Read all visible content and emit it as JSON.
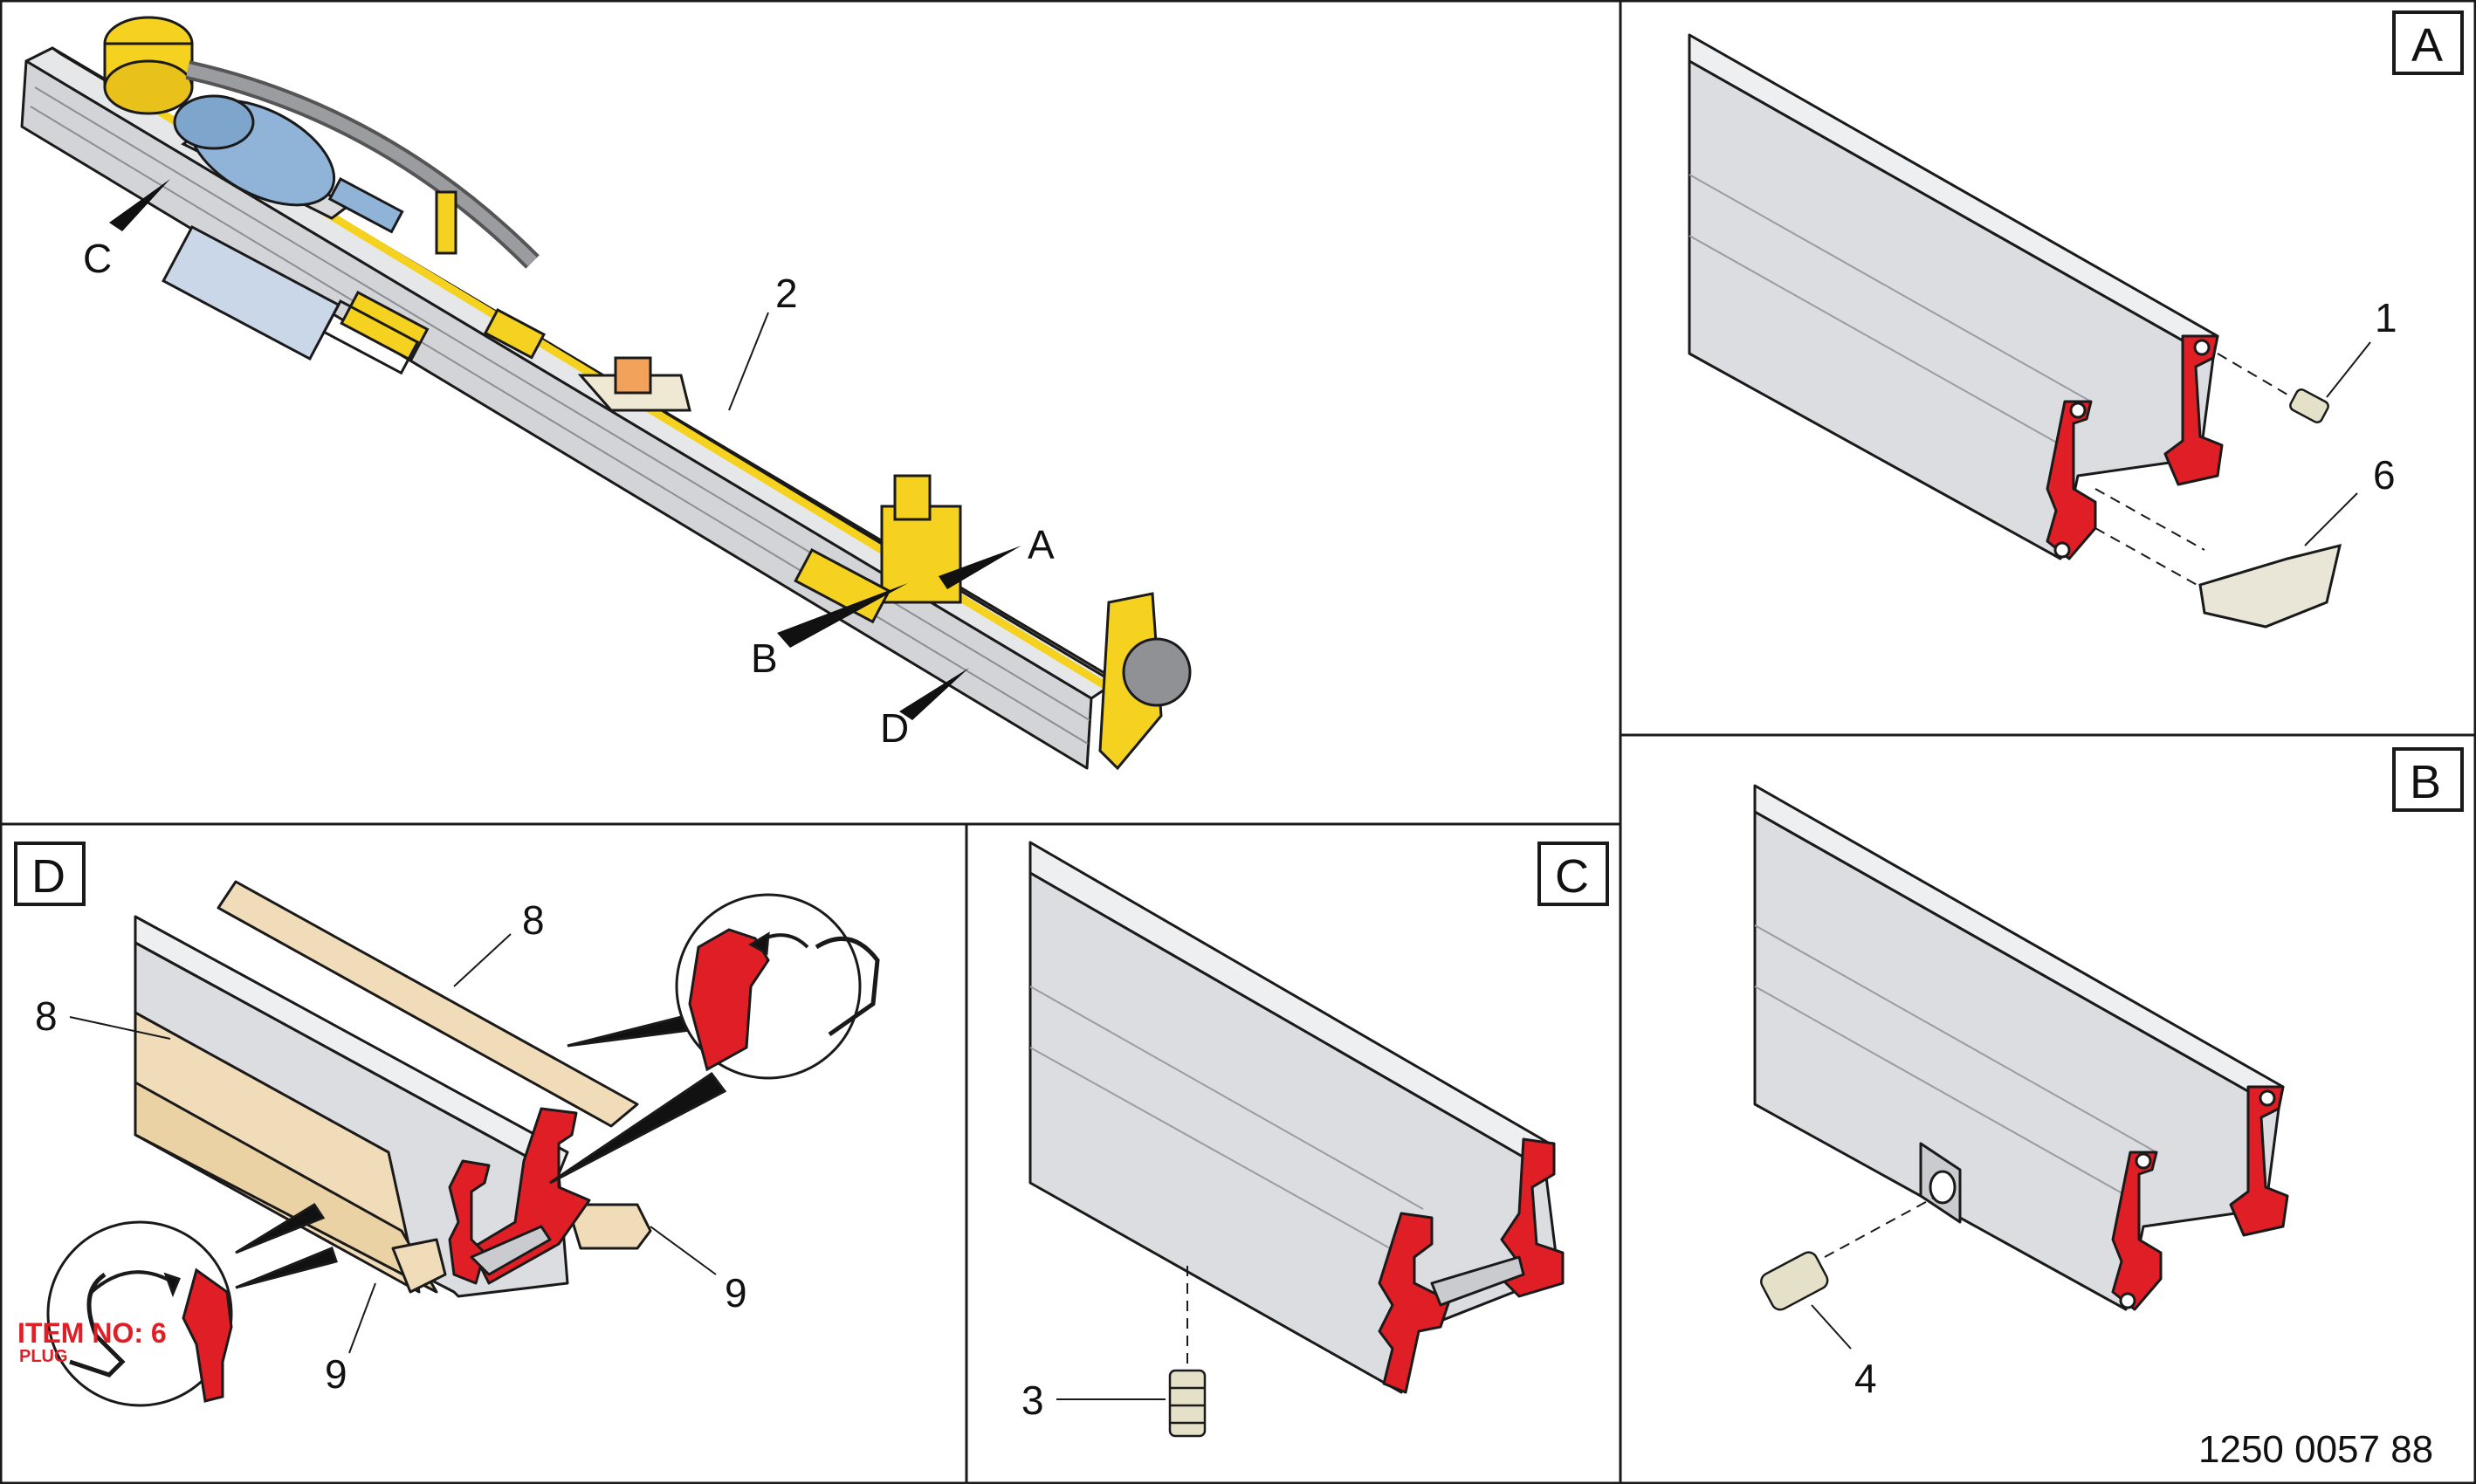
{
  "colors": {
    "rail": "#dcdde0",
    "rail_light": "#eeeff1",
    "rail_dark": "#b9bbbe",
    "profile_red": "#e01e26",
    "yellow": "#f4d21f",
    "motor_blue": "#8fb4d8",
    "cover_tan": "#f0dcb8",
    "outline": "#1a1a1a"
  },
  "main_view": {
    "callouts": [
      "A",
      "B",
      "C",
      "D"
    ],
    "item_2": "2"
  },
  "panel_a": {
    "box": "A",
    "items": [
      "1",
      "6"
    ]
  },
  "panel_b": {
    "box": "B",
    "items": [
      "4"
    ]
  },
  "panel_c": {
    "box": "C",
    "items": [
      "3"
    ]
  },
  "panel_d": {
    "box": "D",
    "items": [
      "8",
      "8",
      "9",
      "9"
    ],
    "detail_text": {
      "line1": "ITEM NO: 6",
      "line2": "PLUG"
    }
  },
  "document_number": "1250 0057 88"
}
